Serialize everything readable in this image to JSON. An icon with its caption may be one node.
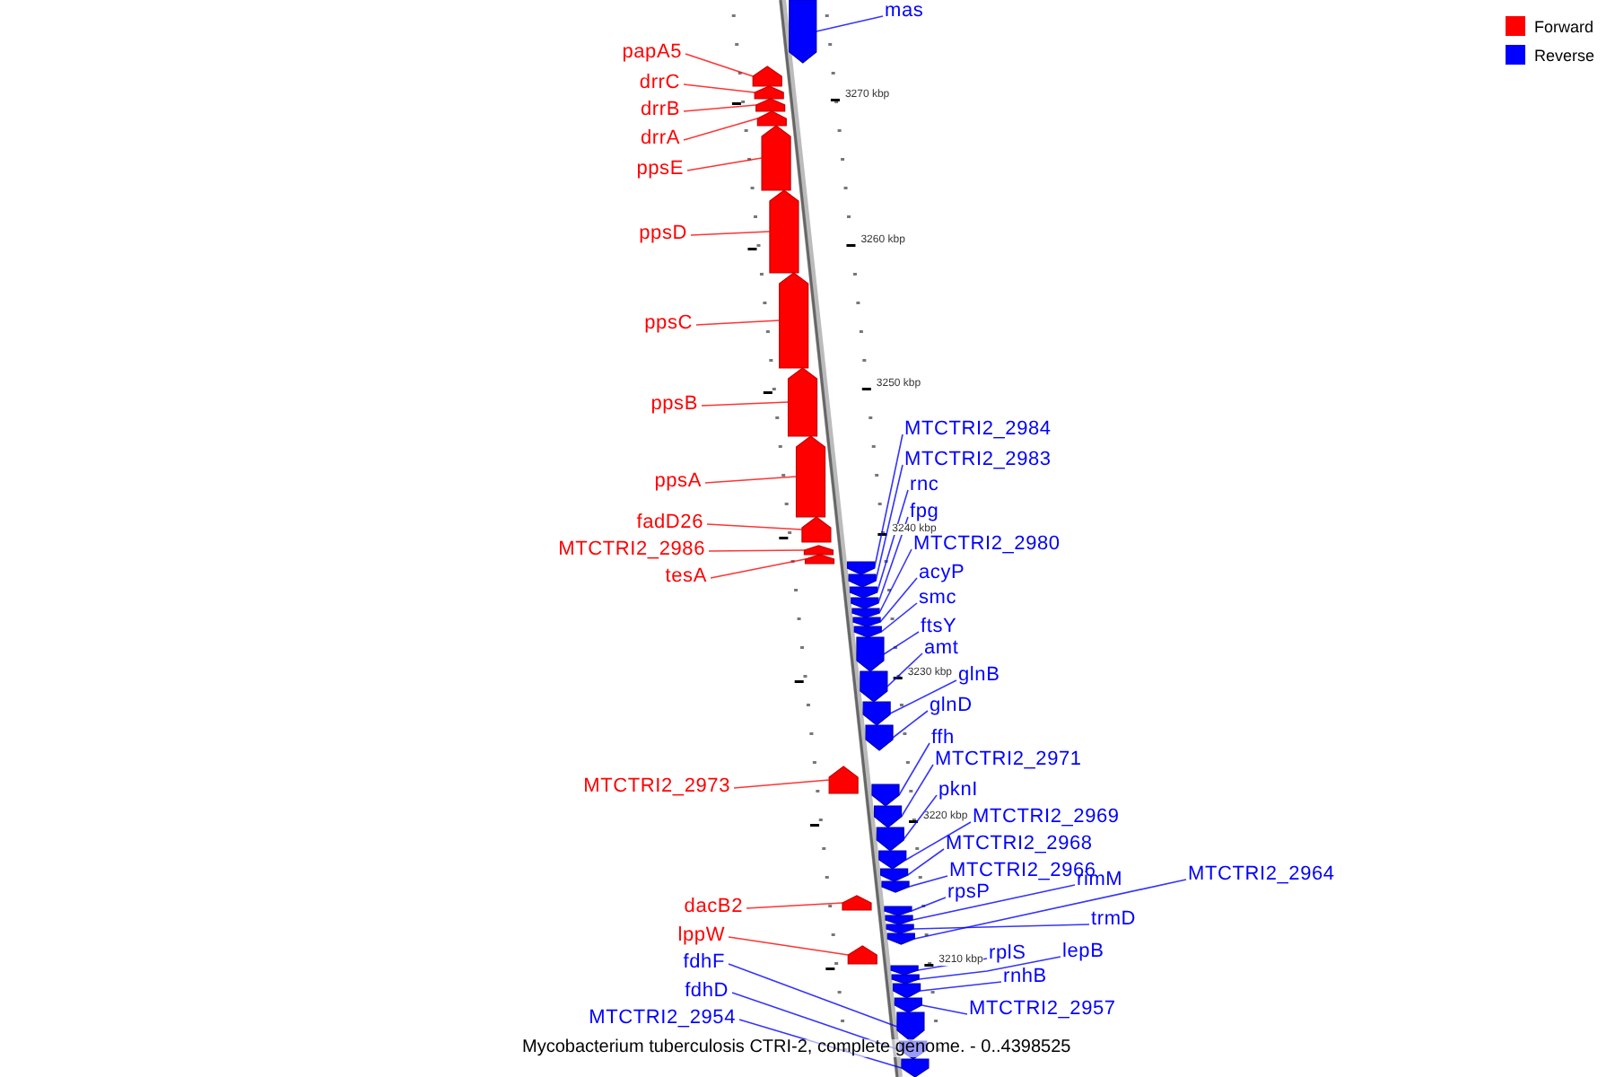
{
  "diagram": {
    "caption": "Mycobacterium tuberculosis CTRI-2, complete genome. - 0..4398525",
    "nodes": [
      {
        "text": [
          "mas"
        ]
      },
      {
        "text": [
          "papA5"
        ]
      },
      {
        "text": [
          "drrC"
        ]
      },
      {
        "text": [
          "drrB"
        ]
      },
      {
        "text": [
          "drrA"
        ]
      },
      {
        "text": [
          "ppsE"
        ]
      },
      {
        "text": [
          "ppsD"
        ]
      },
      {
        "text": [
          "ppsC"
        ]
      },
      {
        "text": [
          "ppsB"
        ]
      },
      {
        "text": [
          "ppsA"
        ]
      },
      {
        "text": [
          "fadD26"
        ]
      },
      {
        "text": [
          "MTCTRI2_2986"
        ]
      },
      {
        "text": [
          "tesA"
        ]
      },
      {
        "text": [
          "MTCTRI2_2984"
        ]
      },
      {
        "text": [
          "MTCTRI2_2983"
        ]
      },
      {
        "text": [
          "rnc"
        ]
      },
      {
        "text": [
          "fpg"
        ]
      },
      {
        "text": [
          "MTCTRI2_2980"
        ]
      },
      {
        "text": [
          "acyP"
        ]
      },
      {
        "text": [
          "smc"
        ]
      },
      {
        "text": [
          "ftsY"
        ]
      },
      {
        "text": [
          "amt"
        ]
      },
      {
        "text": [
          "glnB"
        ]
      },
      {
        "text": [
          "glnD"
        ]
      },
      {
        "text": [
          "MTCTRI2_2973"
        ]
      },
      {
        "text": [
          "ffh"
        ]
      },
      {
        "text": [
          "MTCTRI2_2971"
        ]
      },
      {
        "text": [
          "pknI"
        ]
      },
      {
        "text": [
          "MTCTRI2_2969"
        ]
      },
      {
        "text": [
          "MTCTRI2_2968"
        ]
      },
      {
        "text": [
          "MTCTRI2_2966"
        ]
      },
      {
        "text": [
          "MTCTRI2_2964"
        ]
      },
      {
        "text": [
          "rimM"
        ]
      },
      {
        "text": [
          "rpsP"
        ]
      },
      {
        "text": [
          "trmD"
        ]
      },
      {
        "text": [
          "dacB2"
        ]
      },
      {
        "text": [
          "lppW"
        ]
      },
      {
        "text": [
          "rplS"
        ]
      },
      {
        "text": [
          "lepB"
        ]
      },
      {
        "text": [
          "fdhF"
        ]
      },
      {
        "text": [
          "rnhB"
        ]
      },
      {
        "text": [
          "fdhD"
        ]
      },
      {
        "text": [
          "MTCTRI2_2957"
        ]
      },
      {
        "text": [
          "MTCTRI2_2954"
        ]
      },
      {
        "text": [],
        "shape": "arrow"
      },
      {
        "text": [],
        "shape": "arrow"
      },
      {
        "text": [],
        "shape": "arrow"
      },
      {
        "text": [],
        "shape": "arrow"
      },
      {
        "text": [],
        "shape": "arrow"
      },
      {
        "text": [],
        "shape": "arrow"
      },
      {
        "text": [],
        "shape": "arrow"
      },
      {
        "text": [],
        "shape": "arrow"
      },
      {
        "text": [],
        "shape": "arrow"
      },
      {
        "text": [],
        "shape": "arrow"
      },
      {
        "text": [],
        "shape": "arrow"
      },
      {
        "text": [],
        "shape": "arrow"
      },
      {
        "text": [],
        "shape": "arrow"
      },
      {
        "text": [],
        "shape": "arrow"
      },
      {
        "text": [],
        "shape": "arrow"
      },
      {
        "text": [],
        "shape": "arrow"
      },
      {
        "text": [],
        "shape": "arrow"
      },
      {
        "text": [],
        "shape": "arrow"
      },
      {
        "text": [],
        "shape": "arrow"
      },
      {
        "text": [],
        "shape": "arrow"
      },
      {
        "text": [],
        "shape": "arrow"
      },
      {
        "text": [],
        "shape": "arrow"
      },
      {
        "text": [],
        "shape": "arrow"
      },
      {
        "text": [],
        "shape": "arrow"
      },
      {
        "text": [],
        "shape": "arrow"
      },
      {
        "text": [],
        "shape": "arrow"
      },
      {
        "text": [],
        "shape": "arrow"
      },
      {
        "text": [],
        "shape": "arrow"
      },
      {
        "text": [],
        "shape": "arrow"
      },
      {
        "text": [],
        "shape": "arrow"
      },
      {
        "text": [],
        "shape": "arrow"
      },
      {
        "text": [],
        "shape": "arrow"
      },
      {
        "text": [],
        "shape": "arrow"
      },
      {
        "text": [],
        "shape": "arrow"
      },
      {
        "text": [],
        "shape": "arrow"
      },
      {
        "text": [],
        "shape": "arrow"
      },
      {
        "text": [],
        "shape": "arrow"
      },
      {
        "text": [],
        "shape": "arrow"
      },
      {
        "text": [],
        "shape": "arrow"
      },
      {
        "text": [],
        "shape": "arrow"
      },
      {
        "text": [],
        "shape": "arrow"
      },
      {
        "text": [],
        "shape": "arrow"
      },
      {
        "text": [],
        "shape": "arrow"
      },
      {
        "text": [],
        "shape": "arrow"
      }
    ],
    "edges": [
      {
        "from": 0,
        "to": 59,
        "arrow": "none"
      },
      {
        "from": 1,
        "to": 44,
        "arrow": "none",
        "color": "#ff0000"
      },
      {
        "from": 2,
        "to": 45,
        "arrow": "none",
        "color": "#ff0000"
      },
      {
        "from": 3,
        "to": 46,
        "arrow": "none",
        "color": "#ff0000"
      },
      {
        "from": 4,
        "to": 47,
        "arrow": "none",
        "color": "#ff0000"
      },
      {
        "from": 5,
        "to": 48,
        "arrow": "none",
        "color": "#ff0000"
      },
      {
        "from": 6,
        "to": 49,
        "arrow": "none",
        "color": "#ff0000"
      },
      {
        "from": 7,
        "to": 50,
        "arrow": "none",
        "color": "#ff0000"
      },
      {
        "from": 8,
        "to": 51,
        "arrow": "none",
        "color": "#ff0000"
      },
      {
        "from": 9,
        "to": 52,
        "arrow": "none",
        "color": "#ff0000"
      },
      {
        "from": 10,
        "to": 53,
        "arrow": "none",
        "color": "#ff0000"
      },
      {
        "from": 11,
        "to": 54,
        "arrow": "none",
        "color": "#ff0000"
      },
      {
        "from": 12,
        "to": 55,
        "arrow": "none",
        "color": "#ff0000"
      },
      {
        "from": 13,
        "to": 60,
        "arrow": "none"
      },
      {
        "from": 14,
        "to": 61,
        "arrow": "none"
      },
      {
        "from": 15,
        "to": 62,
        "arrow": "none"
      },
      {
        "from": 16,
        "to": 63,
        "arrow": "none"
      },
      {
        "from": 17,
        "to": 64,
        "arrow": "none"
      },
      {
        "from": 18,
        "to": 65,
        "arrow": "none"
      },
      {
        "from": 19,
        "to": 66,
        "arrow": "none"
      },
      {
        "from": 20,
        "to": 67,
        "arrow": "none"
      },
      {
        "from": 21,
        "to": 68,
        "arrow": "none"
      },
      {
        "from": 22,
        "to": 69,
        "arrow": "none"
      },
      {
        "from": 23,
        "to": 70,
        "arrow": "none"
      },
      {
        "from": 24,
        "to": 56,
        "arrow": "none",
        "color": "#ff0000"
      },
      {
        "from": 25,
        "to": 71,
        "arrow": "none"
      },
      {
        "from": 26,
        "to": 72,
        "arrow": "none"
      },
      {
        "from": 27,
        "to": 73,
        "arrow": "none"
      },
      {
        "from": 28,
        "to": 74,
        "arrow": "none"
      },
      {
        "from": 29,
        "to": 75,
        "arrow": "none"
      },
      {
        "from": 30,
        "to": 76,
        "arrow": "none"
      },
      {
        "from": 31,
        "to": 80,
        "arrow": "none"
      },
      {
        "from": 32,
        "to": 78,
        "arrow": "none"
      },
      {
        "from": 33,
        "to": 77,
        "arrow": "none"
      },
      {
        "from": 34,
        "to": 79,
        "arrow": "none"
      },
      {
        "from": 35,
        "to": 57,
        "arrow": "none",
        "color": "#ff0000"
      },
      {
        "from": 36,
        "to": 58,
        "arrow": "none",
        "color": "#ff0000"
      },
      {
        "from": 37,
        "to": 81,
        "arrow": "none"
      },
      {
        "from": 38,
        "to": 82,
        "arrow": "none"
      },
      {
        "from": 39,
        "to": 85,
        "arrow": "none"
      },
      {
        "from": 40,
        "to": 83,
        "arrow": "none"
      },
      {
        "from": 41,
        "to": 86,
        "arrow": "none"
      },
      {
        "from": 42,
        "to": 84,
        "arrow": "none"
      },
      {
        "from": 43,
        "to": 87,
        "arrow": "none"
      }
    ],
    "labels": [
      "3270 kbp",
      "3260 kbp",
      "3250 kbp",
      "3240 kbp",
      "3230 kbp",
      "3220 kbp",
      "3210 kbp"
    ],
    "legend": [
      {
        "text": "Forward",
        "color": "#ff0000"
      },
      {
        "text": "Reverse",
        "color": "#0000ff"
      }
    ]
  }
}
